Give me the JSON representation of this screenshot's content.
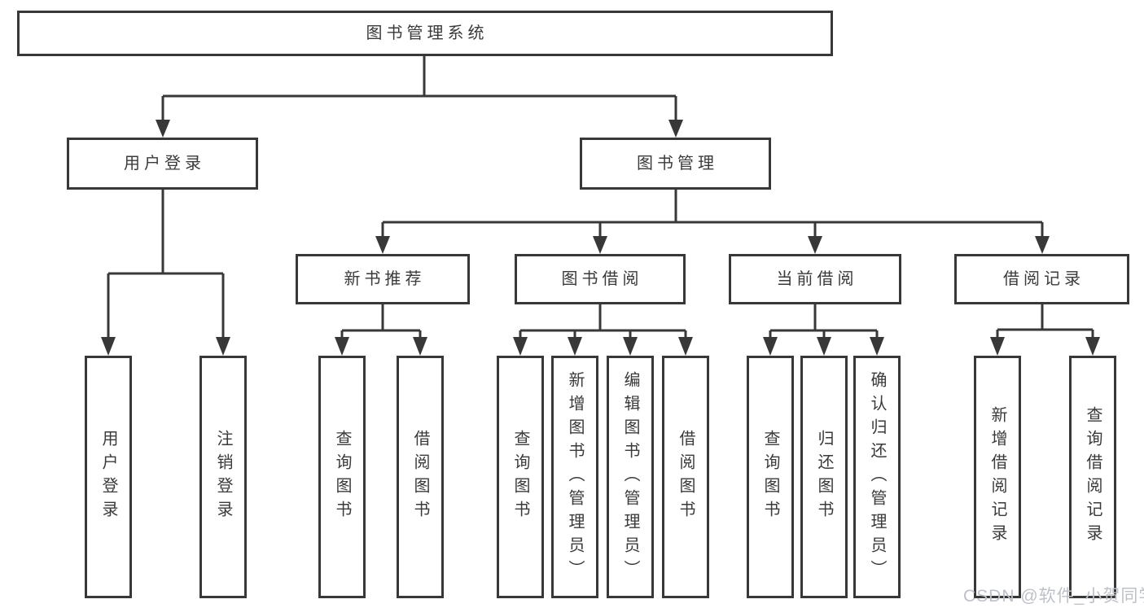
{
  "diagram": {
    "title": "图书管理系统",
    "children": [
      {
        "label": "用户登录",
        "children": [
          {
            "label": "用户登录"
          },
          {
            "label": "注销登录"
          }
        ]
      },
      {
        "label": "图书管理",
        "children": [
          {
            "label": "新书推荐",
            "children": [
              {
                "label": "查询图书"
              },
              {
                "label": "借阅图书"
              }
            ]
          },
          {
            "label": "图书借阅",
            "children": [
              {
                "label": "查询图书"
              },
              {
                "label": "新增图书（管理员）"
              },
              {
                "label": "编辑图书（管理员）"
              },
              {
                "label": "借阅图书"
              }
            ]
          },
          {
            "label": "当前借阅",
            "children": [
              {
                "label": "查询图书"
              },
              {
                "label": "归还图书"
              },
              {
                "label": "确认归还（管理员）"
              }
            ]
          },
          {
            "label": "借阅记录",
            "children": [
              {
                "label": "新增借阅记录"
              },
              {
                "label": "查询借阅记录"
              }
            ]
          }
        ]
      }
    ]
  },
  "watermark": "CSDN @软件_小贺同学",
  "colors": {
    "line": "#383838",
    "text": "#3a3a3a",
    "box_background": "#ffffff",
    "watermark": "#bdc1c8"
  }
}
